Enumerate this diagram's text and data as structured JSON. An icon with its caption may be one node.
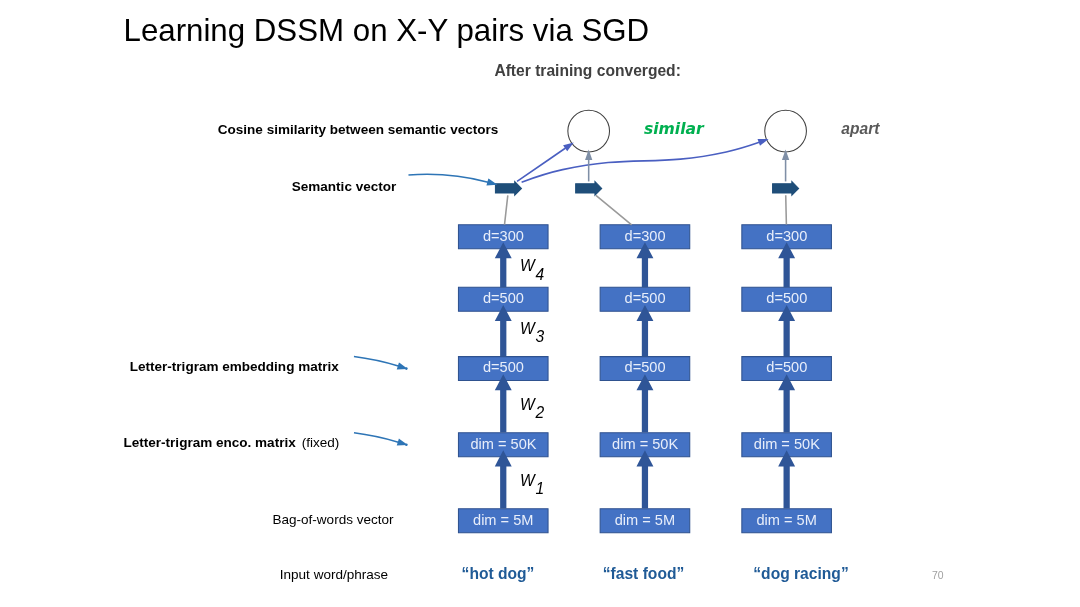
{
  "diagram": {
    "title": "Learning DSSM on X-Y pairs via SGD",
    "nodes": [
      {
        "text": [],
        "shape": "circle",
        "beside": [
          "similar"
        ]
      },
      {
        "text": [],
        "shape": "circle",
        "beside": [
          "apart"
        ]
      },
      {
        "text": [
          "Semantic vector"
        ]
      },
      {
        "text": [
          "Letter-trigram embedding matrix"
        ]
      },
      {
        "text": [
          "**Letter-trigram enco. matrix** (fixed)"
        ]
      },
      {
        "text": [],
        "shape": "arrow"
      },
      {
        "text": [
          "d=300"
        ]
      },
      {
        "text": [
          "d=500"
        ]
      },
      {
        "text": [
          "d=500"
        ]
      },
      {
        "text": [
          "dim = 50K"
        ]
      },
      {
        "text": [
          "dim = 5M"
        ],
        "beside": [
          "“hot dog”"
        ]
      },
      {
        "text": [],
        "shape": "arrow"
      },
      {
        "text": [
          "d=300"
        ]
      },
      {
        "text": [
          "d=500"
        ]
      },
      {
        "text": [
          "d=500"
        ]
      },
      {
        "text": [
          "dim = 50K"
        ]
      },
      {
        "text": [
          "dim = 5M"
        ],
        "beside": [
          "“fast food”"
        ]
      },
      {
        "text": [],
        "shape": "arrow"
      },
      {
        "text": [
          "d=300"
        ]
      },
      {
        "text": [
          "d=500"
        ]
      },
      {
        "text": [
          "d=500"
        ]
      },
      {
        "text": [
          "dim = 50K"
        ]
      },
      {
        "text": [
          "dim = 5M"
        ],
        "beside": [
          "“dog racing”"
        ]
      }
    ],
    "edges": [
      {
        "from": 10,
        "to": 9,
        "arrow": "to",
        "label": "W$_{1}$"
      },
      {
        "from": 9,
        "to": 8,
        "arrow": "to",
        "label": "W$_{2}$"
      },
      {
        "from": 8,
        "to": 7,
        "arrow": "to",
        "label": "W$_{3}$"
      },
      {
        "from": 7,
        "to": 6,
        "arrow": "to",
        "label": "W$_{4}$"
      },
      {
        "from": 6,
        "to": 5,
        "arrow": "none",
        "color": "#9a9a9a"
      },
      {
        "from": 16,
        "to": 15,
        "arrow": "to"
      },
      {
        "from": 15,
        "to": 14,
        "arrow": "to"
      },
      {
        "from": 14,
        "to": 13,
        "arrow": "to"
      },
      {
        "from": 13,
        "to": 12,
        "arrow": "to"
      },
      {
        "from": 12,
        "to": 11,
        "arrow": "none",
        "color": "#9a9a9a"
      },
      {
        "from": 22,
        "to": 21,
        "arrow": "to"
      },
      {
        "from": 21,
        "to": 20,
        "arrow": "to"
      },
      {
        "from": 20,
        "to": 19,
        "arrow": "to"
      },
      {
        "from": 19,
        "to": 18,
        "arrow": "to"
      },
      {
        "from": 18,
        "to": 17,
        "arrow": "none",
        "color": "#9a9a9a"
      },
      {
        "from": 5,
        "to": 0,
        "arrow": "to",
        "color": "#4a5fc1"
      },
      {
        "from": 5,
        "to": 1,
        "arrow": "to",
        "color": "#4a5fc1"
      },
      {
        "from": 11,
        "to": 0,
        "arrow": "to",
        "color": "#7f8fa6"
      },
      {
        "from": 17,
        "to": 1,
        "arrow": "to",
        "color": "#7f8fa6"
      },
      {
        "from": 2,
        "to": 5,
        "arrow": "to",
        "color": "#2e75b6"
      },
      {
        "from": 3,
        "to": null,
        "arrow": "to",
        "color": "#2e75b6"
      },
      {
        "from": 4,
        "to": null,
        "arrow": "to",
        "color": "#2e75b6"
      }
    ],
    "labels": [
      "After training converged:",
      "Cosine similarity between semantic vectors",
      "Bag-of-words vector",
      "Input word/phrase",
      "70"
    ]
  }
}
